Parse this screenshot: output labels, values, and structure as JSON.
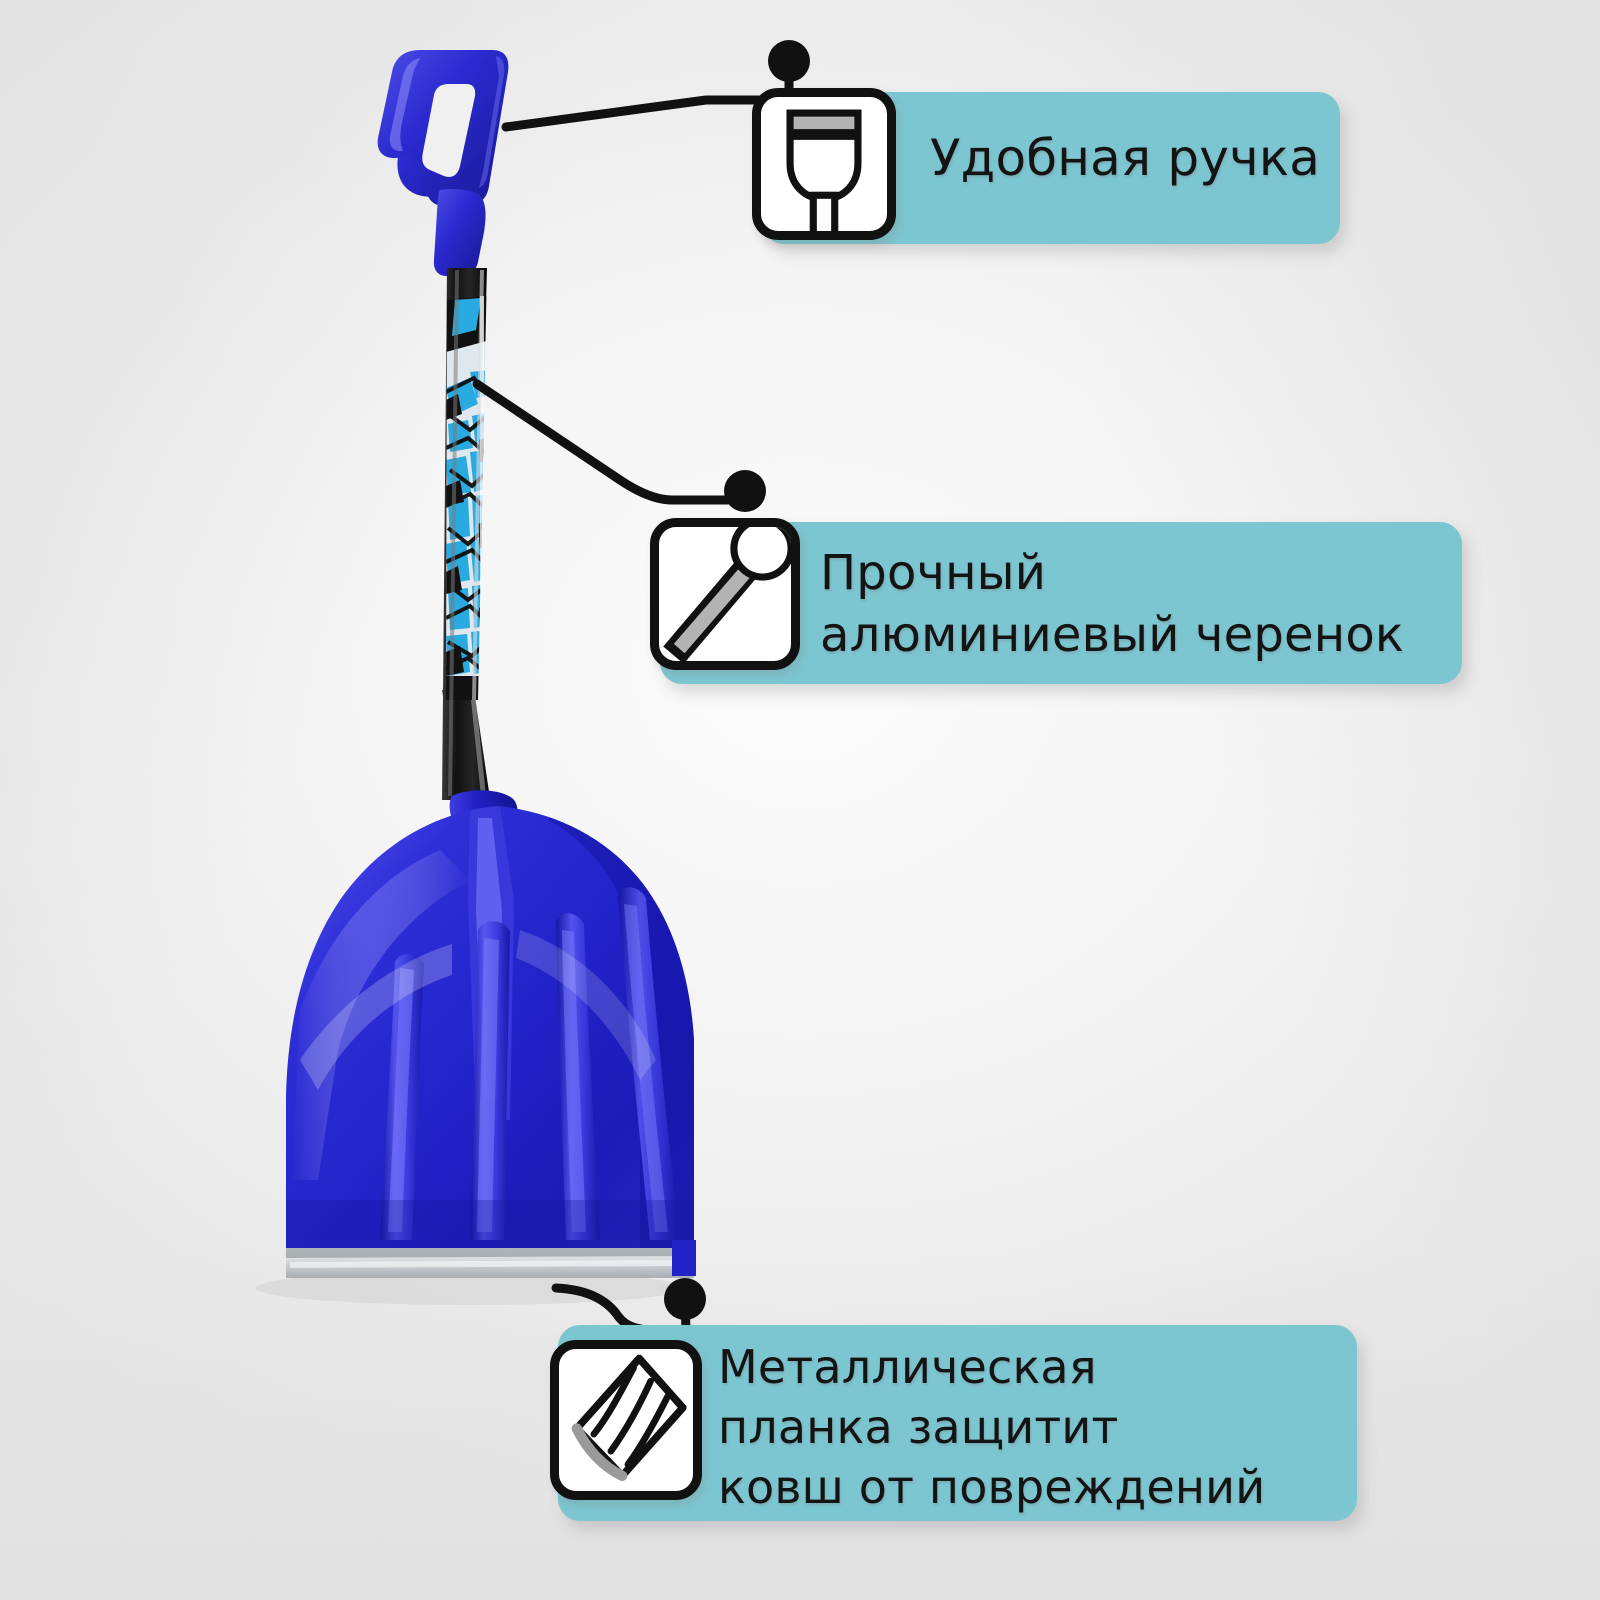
{
  "meta": {
    "kind": "product-infographic",
    "language": "ru",
    "subject": "snow-shovel"
  },
  "theme": {
    "badge_color": "#7cc6d1",
    "badge_text_color": "#141414",
    "tile_border_color": "#111111",
    "tile_fill_color": "#ffffff",
    "connector_color": "#111111",
    "background_color": "#ededed",
    "product_blue": "#2222cc",
    "product_blue_dark": "#1a1aa8",
    "product_blue_light": "#4b4be0",
    "shaft_black": "#111111",
    "shaft_accent_cyan": "#29abe2",
    "metal_gray": "#c9ccce"
  },
  "callouts": [
    {
      "id": "handle",
      "icon": "d-grip-handle-icon",
      "text": "Удобная ручка",
      "anchor": "shovel-grip"
    },
    {
      "id": "shaft",
      "icon": "aluminium-shaft-icon",
      "text": "Прочный\nалюминиевый черенок",
      "anchor": "shovel-shaft"
    },
    {
      "id": "plate",
      "icon": "metal-edge-plate-icon",
      "text": "Металлическая\nпланка защитит\nковш от повреждений",
      "anchor": "shovel-blade-edge"
    }
  ],
  "product": {
    "name": "snow-shovel",
    "parts": [
      {
        "id": "grip",
        "label": "d-grip-handle"
      },
      {
        "id": "shaft",
        "label": "aluminium-shaft"
      },
      {
        "id": "blade",
        "label": "plastic-scoop-blade"
      },
      {
        "id": "edge",
        "label": "metal-edge-strip"
      }
    ]
  }
}
